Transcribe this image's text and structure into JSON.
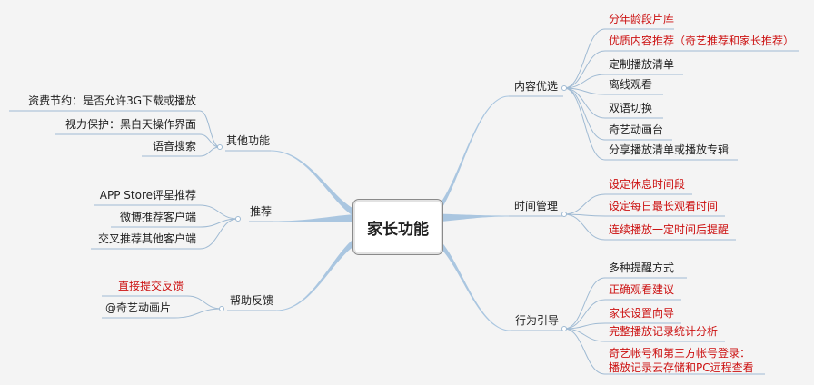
{
  "colors": {
    "branch_thick": "#aac6e0",
    "line": "#9fbad3",
    "text_normal": "#222222",
    "text_red": "#cc1111"
  },
  "central": {
    "label": "家长功能"
  },
  "branches": {
    "content": {
      "label": "内容优选",
      "items": [
        {
          "label": "分年龄段片库",
          "red": true
        },
        {
          "label": "优质内容推荐（奇艺推荐和家长推荐）",
          "red": true
        },
        {
          "label": "定制播放清单",
          "red": false
        },
        {
          "label": "离线观看",
          "red": false
        },
        {
          "label": "双语切换",
          "red": false
        },
        {
          "label": "奇艺动画台",
          "red": false
        },
        {
          "label": "分享播放清单或播放专辑",
          "red": false
        }
      ]
    },
    "time": {
      "label": "时间管理",
      "items": [
        {
          "label": "设定休息时间段",
          "red": true
        },
        {
          "label": "设定每日最长观看时间",
          "red": true
        },
        {
          "label": "连续播放一定时间后提醒",
          "red": true
        }
      ]
    },
    "behavior": {
      "label": "行为引导",
      "items": [
        {
          "label": "多种提醒方式",
          "red": false
        },
        {
          "label": "正确观看建议",
          "red": true
        },
        {
          "label": "家长设置向导",
          "red": true
        },
        {
          "label": "完整播放记录统计分析",
          "red": true
        },
        {
          "label": "奇艺帐号和第三方帐号登录：",
          "label2": "播放记录云存储和PC远程查看",
          "red": true
        }
      ]
    },
    "other": {
      "label": "其他功能",
      "items": [
        {
          "label": "资费节约：是否允许3G下载或播放",
          "red": false
        },
        {
          "label": "视力保护：黑白天操作界面",
          "red": false
        },
        {
          "label": "语音搜索",
          "red": false
        }
      ]
    },
    "recommend": {
      "label": "推荐",
      "items": [
        {
          "label": "APP Store评星推荐",
          "red": false
        },
        {
          "label": "微博推荐客户端",
          "red": false
        },
        {
          "label": "交叉推荐其他客户端",
          "red": false
        }
      ]
    },
    "feedback": {
      "label": "帮助反馈",
      "items": [
        {
          "label": "直接提交反馈",
          "red": true
        },
        {
          "label": "@奇艺动画片",
          "red": false
        }
      ]
    }
  }
}
